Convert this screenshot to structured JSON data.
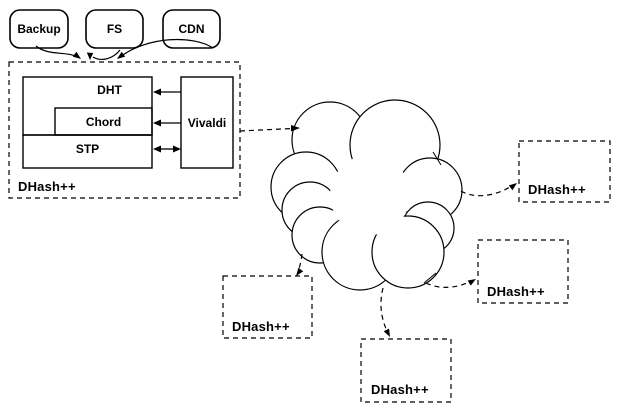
{
  "apps": {
    "backup": "Backup",
    "fs": "FS",
    "cdn": "CDN"
  },
  "main_node": {
    "label": "DHash++",
    "layers": {
      "dht": "DHT",
      "chord": "Chord",
      "stp": "STP",
      "vivaldi": "Vivaldi"
    }
  },
  "remote_nodes": {
    "right_top": {
      "label": "DHash++"
    },
    "right_middle": {
      "label": "DHash++"
    },
    "bottom_center": {
      "label": "DHash++"
    },
    "bottom_left": {
      "label": "DHash++"
    }
  },
  "colors": {
    "line": "#000000",
    "background": "#ffffff"
  }
}
